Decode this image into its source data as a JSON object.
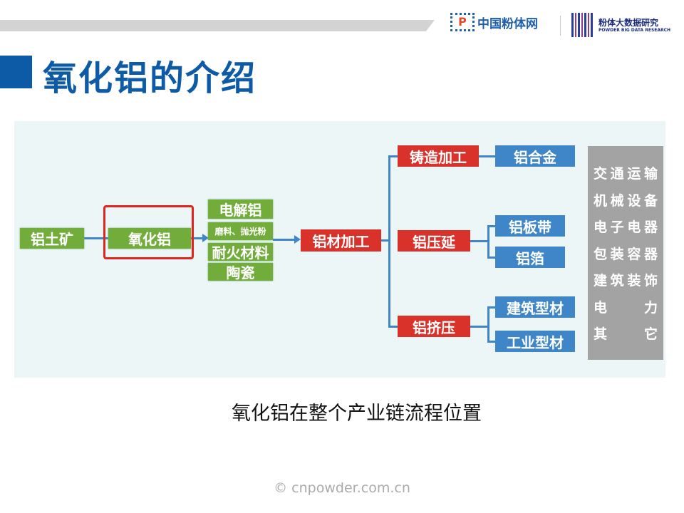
{
  "header": {
    "logo1_mark": "P",
    "logo1_text": "中国粉体网",
    "logo2_text": "粉体大数据研究",
    "logo2_sub": "POWDER BIG DATA RESEARCH"
  },
  "title": "氧化铝的介绍",
  "diagram": {
    "bauxite": "铝土矿",
    "alumina": "氧化铝",
    "uses": [
      "电解铝",
      "磨料、抛光粉",
      "耐火材料",
      "陶瓷"
    ],
    "processing": "铝材加工",
    "branches": [
      "铸造加工",
      "铝压延",
      "铝挤压"
    ],
    "products": [
      "铝合金",
      "铝板带",
      "铝箔",
      "建筑型材",
      "工业型材"
    ],
    "applications": [
      "交通运输",
      "机械设备",
      "电子电器",
      "包装容器",
      "建筑装饰",
      "电力",
      "其它"
    ]
  },
  "caption": "氧化铝在整个产业链流程位置",
  "footer": "© cnpowder.com.cn"
}
